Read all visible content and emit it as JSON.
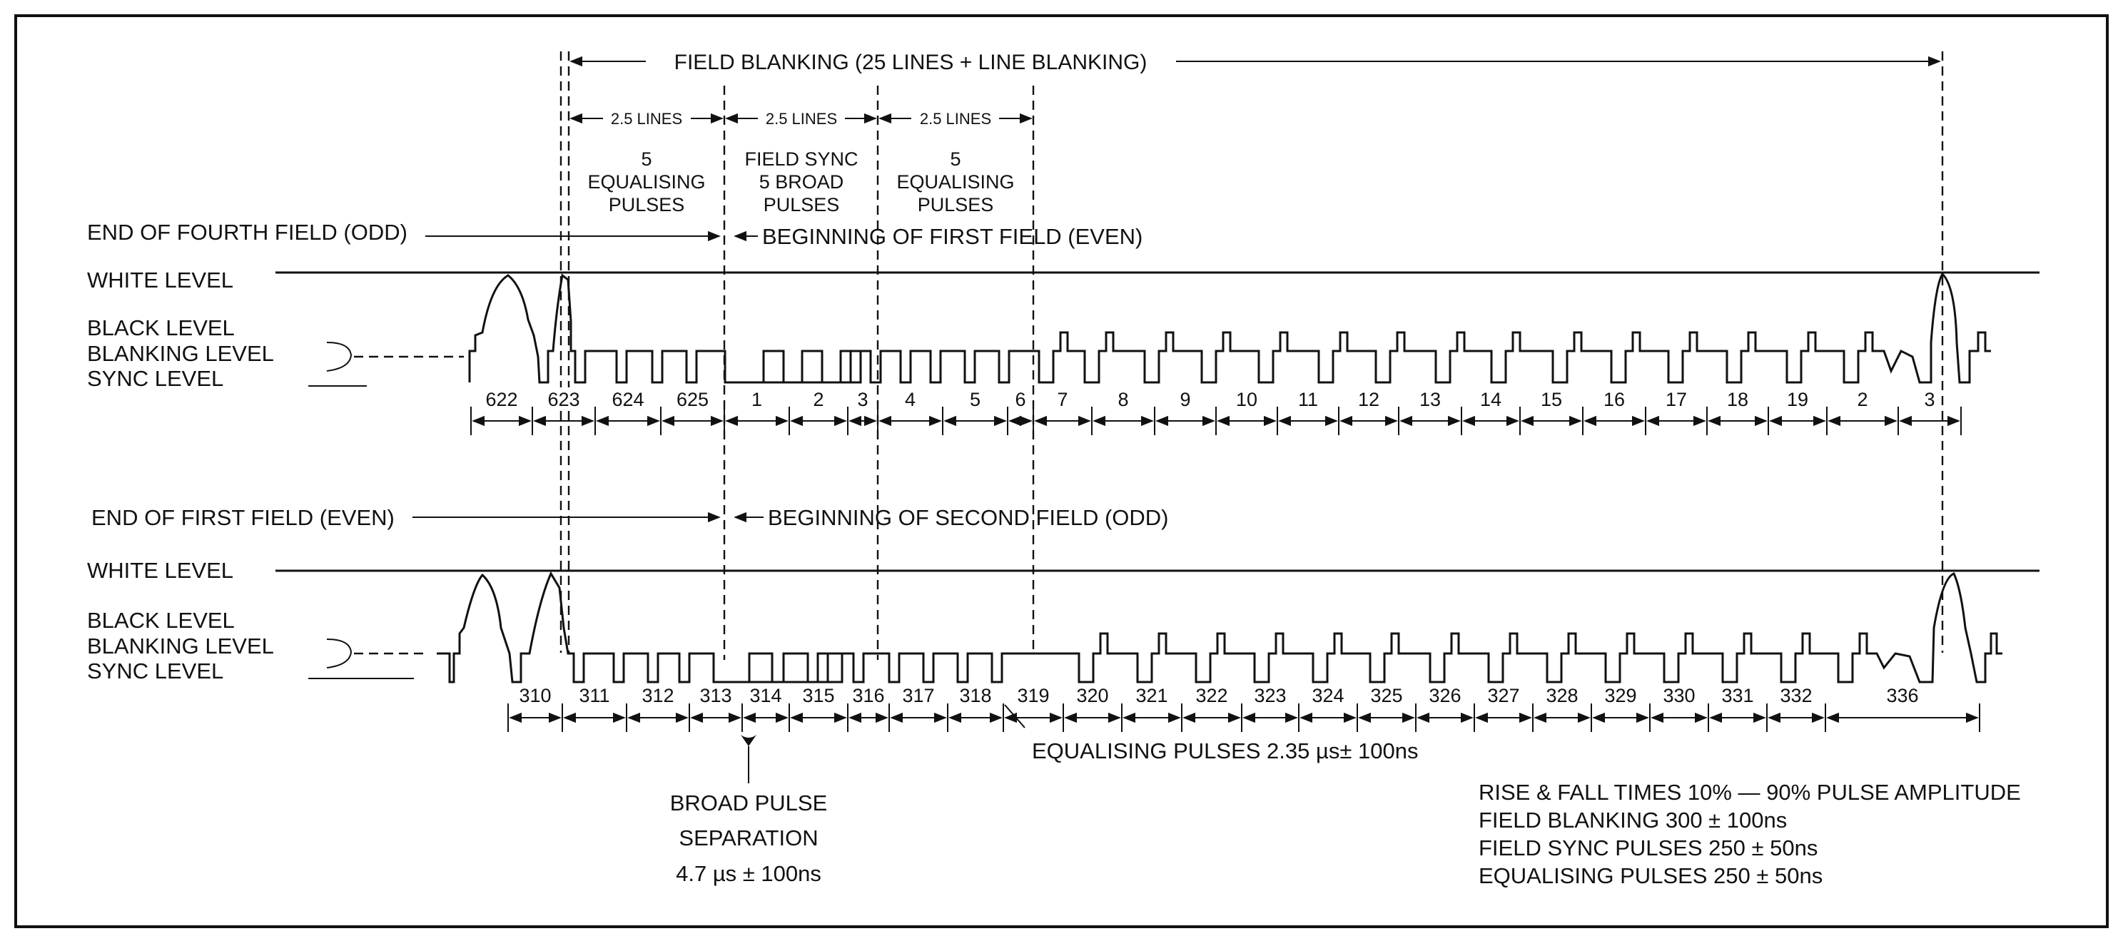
{
  "labels": {
    "field_blanking": "FIELD BLANKING (25 LINES + LINE BLANKING)",
    "lines_1": "2.5 LINES",
    "lines_2": "2.5 LINES",
    "lines_3": "2.5 LINES",
    "group_1_l1": "5",
    "group_1_l2": "EQUALISING",
    "group_1_l3": "PULSES",
    "group_2_l1": "FIELD SYNC",
    "group_2_l2": "5 BROAD",
    "group_2_l3": "PULSES",
    "group_3_l1": "5",
    "group_3_l2": "EQUALISING",
    "group_3_l3": "PULSES",
    "end_fourth": "END OF FOURTH FIELD (ODD)",
    "begin_first": "BEGINNING OF FIRST FIELD (EVEN)",
    "end_first": "END OF FIRST FIELD (EVEN)",
    "begin_second": "BEGINNING OF SECOND FIELD (ODD)",
    "white_top": "WHITE LEVEL",
    "white_bottom": "WHITE LEVEL",
    "levels_top": [
      "BLACK LEVEL",
      "BLANKING LEVEL",
      "SYNC LEVEL"
    ],
    "levels_bottom": [
      "BLACK LEVEL",
      "BLANKING LEVEL",
      "SYNC LEVEL"
    ],
    "equalising_note": "EQUALISING PULSES 2.35 µs± 100ns",
    "broad_l1": "BROAD PULSE",
    "broad_l2": "SEPARATION",
    "broad_l3": "4.7 µs ± 100ns",
    "notes": [
      "RISE & FALL TIMES 10% — 90% PULSE AMPLITUDE",
      "FIELD BLANKING 300 ± 100ns",
      "FIELD SYNC PULSES 250 ± 50ns",
      "EQUALISING PULSES 250 ± 50ns"
    ]
  },
  "top_lines": [
    "622",
    "623",
    "624",
    "625",
    "1",
    "2",
    "3",
    "4",
    "5",
    "6",
    "7",
    "8",
    "9",
    "10",
    "11",
    "12",
    "13",
    "14",
    "15",
    "16",
    "17",
    "18",
    "19",
    "2",
    "3"
  ],
  "bottom_lines": [
    "310",
    "311",
    "312",
    "313",
    "314",
    "315",
    "316",
    "317",
    "318",
    "319",
    "320",
    "321",
    "322",
    "323",
    "324",
    "325",
    "326",
    "327",
    "328",
    "329",
    "330",
    "331",
    "332",
    "336"
  ]
}
